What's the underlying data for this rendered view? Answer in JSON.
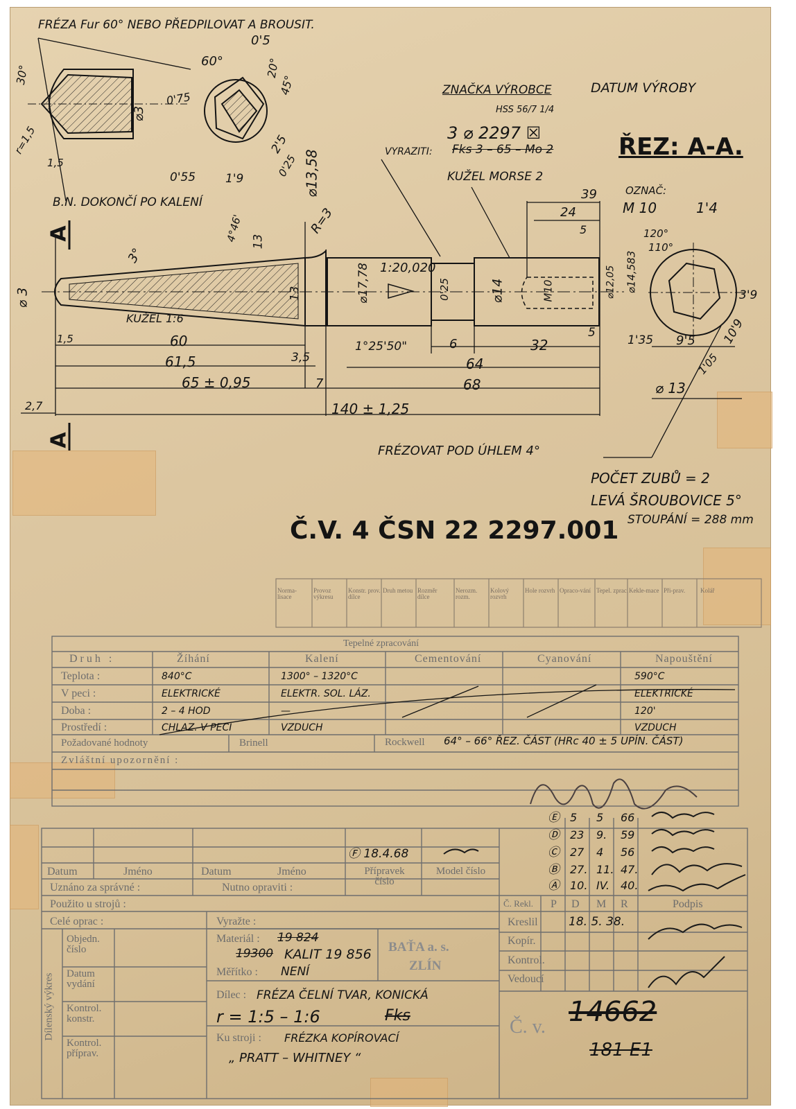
{
  "drawing": {
    "top_note": "FRÉZA Fur 60° NEBO PŘEDPILOVAT A BROUSIT.",
    "manufacturer_mark": "ZNAČKA VÝROBCE",
    "date_made": "DATUM VÝROBY",
    "hss_code": "HSS 56/7 1/4",
    "stamp_code": "3 ⌀ 2297 ☒",
    "stamp_label": "VYRAZITI:",
    "stamp_struck": "Fks 3 – 65 – Mo 2",
    "section_title": "ŘEZ: A-A.",
    "morse": "KUŽEL MORSE 2",
    "mark_label": "OZNAČ:",
    "mark_value": "M 10",
    "finish_note": "B.N. DOKONČÍ PO KALENÍ",
    "cone": "KUŽEL 1:6",
    "taper": "1:20,020",
    "milling_note": "FRÉZOVAT POD ÚHLEM 4°",
    "teeth": "POČET ZUBŮ = 2",
    "helix": "LEVÁ ŠROUBOVICE 5°",
    "pitch": "STOUPÁNÍ = 288 mm",
    "drawing_number": "Č.V. 4 ČSN 22 2297.001",
    "section_mark": "A",
    "dims": {
      "d60": "60°",
      "d05": "0'5",
      "d20": "20°",
      "d45": "45°",
      "d30": "30°",
      "d075": "0'75",
      "dphi3": "⌀3",
      "r15": "r=1,5",
      "d15": "1,5",
      "d25": "2'5",
      "d025": "0'25",
      "d055": "0'55",
      "d19": "1'9",
      "d1358": "⌀13,58",
      "d39": "39",
      "d24": "24",
      "d5": "5",
      "d14b": "1'4",
      "d120": "120°",
      "d110": "110°",
      "d3deg": "3°",
      "d446": "4°46'",
      "d13": "13",
      "dR3": "R=3",
      "d1778": "⌀17,78",
      "dphi14": "⌀14",
      "dM10": "M10",
      "d1583": "⌀14,583",
      "d705": "⌀12,05",
      "d39b": "3'9",
      "d109": "10'9",
      "d135": "1'35",
      "d95": "9'5",
      "d105": "1'05",
      "dphi13": "⌀ 13",
      "d60len": "60",
      "d615": "61,5",
      "d35": "3,5",
      "d65": "65 ± 0,95",
      "d7": "7",
      "d27": "2,7",
      "d140": "140 ± 1,25",
      "d68": "68",
      "d64": "64",
      "d6": "6",
      "d32": "32",
      "d5b": "5",
      "dang": "1°25'50\"",
      "d13b": "13",
      "dphi3b": "⌀ 3",
      "d15b": "1,5",
      "d025b": "0'25"
    }
  },
  "faint_table": {
    "headers": [
      "Norma-lisace",
      "Provoz výkresu",
      "Konstr. prov. dílce",
      "Druh metou",
      "Rozměr dílce",
      "Nerozm. rozm.",
      "Kolový rozvrh",
      "Hole rozvrh",
      "Opraco-vání",
      "Tepel. zprac.",
      "Kekle-mace",
      "Při-prav.",
      "Kolář"
    ]
  },
  "heat_treatment": {
    "title": "Tepelné zpracování",
    "columns": [
      "Druh :",
      "Žíhání",
      "Kalení",
      "Cementování",
      "Cyanování",
      "Napouštění"
    ],
    "rows": [
      {
        "label": "Teplota :",
        "values": [
          "840°C",
          "1300° – 1320°C",
          "",
          "",
          "590°C"
        ]
      },
      {
        "label": "V peci :",
        "values": [
          "ELEKTRICKÉ",
          "ELEKTR. SOL. LÁZ.",
          "",
          "",
          "ELEKTRICKÉ"
        ]
      },
      {
        "label": "Doba :",
        "values": [
          "2 – 4 HOD",
          "—",
          "",
          "",
          "120'"
        ]
      },
      {
        "label": "Prostředí :",
        "values": [
          "CHLAZ. V PECI",
          "VZDUCH",
          "",
          "",
          "VZDUCH"
        ]
      }
    ],
    "required_label": "Požadované hodnoty",
    "brinell": "Brinell",
    "rockwell": "Rockwell",
    "rockwell_value": "64° – 66° ŘEZ. ČÁST (HRc 40 ± 5 UPÍN. ČÁST)",
    "special_label": "Zvláštní upozornění :"
  },
  "title_block": {
    "col_date": "Datum",
    "col_name": "Jméno",
    "col_date2": "Datum",
    "col_name2": "Jméno",
    "approved": "Uznáno za správné :",
    "to_fix": "Nutno opraviti :",
    "fixture": "Přípravek číslo",
    "model": "Model číslo",
    "fixture_date": "Ⓕ 18.4.68",
    "used_on": "Použito u strojů :",
    "full_proc": "Celé oprac :",
    "revisions": [
      {
        "mark": "Ⓔ",
        "d": "5",
        "m": "5",
        "y": "66"
      },
      {
        "mark": "Ⓓ",
        "d": "23",
        "m": "9.",
        "y": "59"
      },
      {
        "mark": "Ⓒ",
        "d": "27",
        "m": "4",
        "y": "56"
      },
      {
        "mark": "Ⓑ",
        "d": "27.",
        "m": "11.",
        "y": "47."
      },
      {
        "mark": "Ⓐ",
        "d": "10.",
        "m": "IV.",
        "y": "40."
      }
    ],
    "rev_header": [
      "Č. Rekl.",
      "P",
      "D",
      "M",
      "R",
      "Podpis"
    ],
    "drawn": "Kreslil",
    "drawn_date": "18. 5. 38.",
    "copied": "Kopír.",
    "checked": "Kontrol.",
    "head": "Vedoucí",
    "side_label": "Dílenský výkres",
    "left_rows": [
      "Objedn. číslo",
      "Datum vydání",
      "Kontrol. konstr.",
      "Kontrol. příprav."
    ],
    "stamp_label2": "Vyražte :",
    "material_label": "Materiál :",
    "material_old1": "19 824",
    "material_old2": "19300",
    "material_new": "KALIT 19 856",
    "scale_label": "Měřítko :",
    "scale_value": "NENÍ",
    "part_label": "Dílec :",
    "part_value": "FRÉZA ČELNÍ TVAR, KONICKÁ",
    "part_value2": "r = 1:5 – 1:6",
    "part_struck": "Fks",
    "machine_label": "Ku stroji :",
    "machine_value": "FRÉZKA KOPÍROVACÍ",
    "machine_value2": "„ PRATT – WHITNEY “",
    "company": "BAŤA a. s.",
    "company_city": "ZLÍN",
    "cv_label": "Č. v.",
    "cv_number": "14662",
    "cv_sub": "181 E1"
  }
}
